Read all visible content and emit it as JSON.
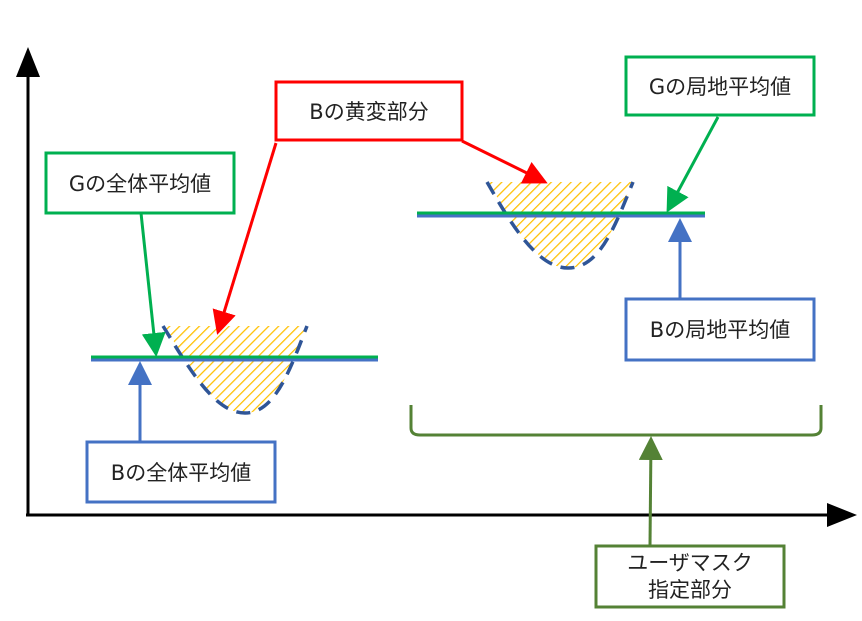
{
  "labels": {
    "g_global": "Gの全体平均値",
    "b_yellow": "Bの黄変部分",
    "g_local": "Gの局地平均値",
    "b_local": "Bの局地平均値",
    "b_global": "Bの全体平均値",
    "user_mask_line1": "ユーザマスク",
    "user_mask_line2": "指定部分"
  },
  "colors": {
    "green": "#00b050",
    "red": "#ff0000",
    "blue": "#4472c4",
    "dark_blue": "#2f5597",
    "olive": "#548235",
    "hatch": "#ffc000"
  }
}
